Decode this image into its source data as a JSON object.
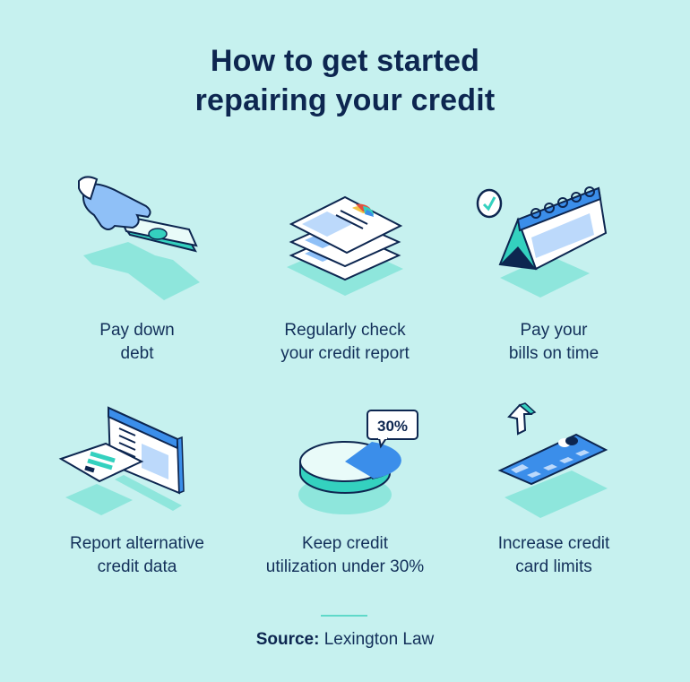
{
  "title": {
    "line1": "How to get started",
    "line2": "repairing your credit"
  },
  "colors": {
    "background": "#c6f1ef",
    "navy": "#0d2650",
    "teal": "#34d1bf",
    "light_teal": "#8ee6dc",
    "blue": "#3b8eea",
    "light_blue": "#bcd9fb",
    "white": "#ffffff"
  },
  "tips": [
    {
      "icon": "hand-money-icon",
      "line1": "Pay down",
      "line2": "debt"
    },
    {
      "icon": "credit-report-stack-icon",
      "line1": "Regularly check",
      "line2": "your credit report"
    },
    {
      "icon": "calendar-check-icon",
      "line1": "Pay your",
      "line2": "bills on time"
    },
    {
      "icon": "browser-document-icon",
      "line1": "Report alternative",
      "line2": "credit data"
    },
    {
      "icon": "pie-chart-icon",
      "line1": "Keep credit",
      "line2": "utilization under 30%",
      "badge": "30%"
    },
    {
      "icon": "credit-card-arrow-up-icon",
      "line1": "Increase credit",
      "line2": "card limits"
    }
  ],
  "source": {
    "label": "Source:",
    "value": "Lexington Law"
  }
}
